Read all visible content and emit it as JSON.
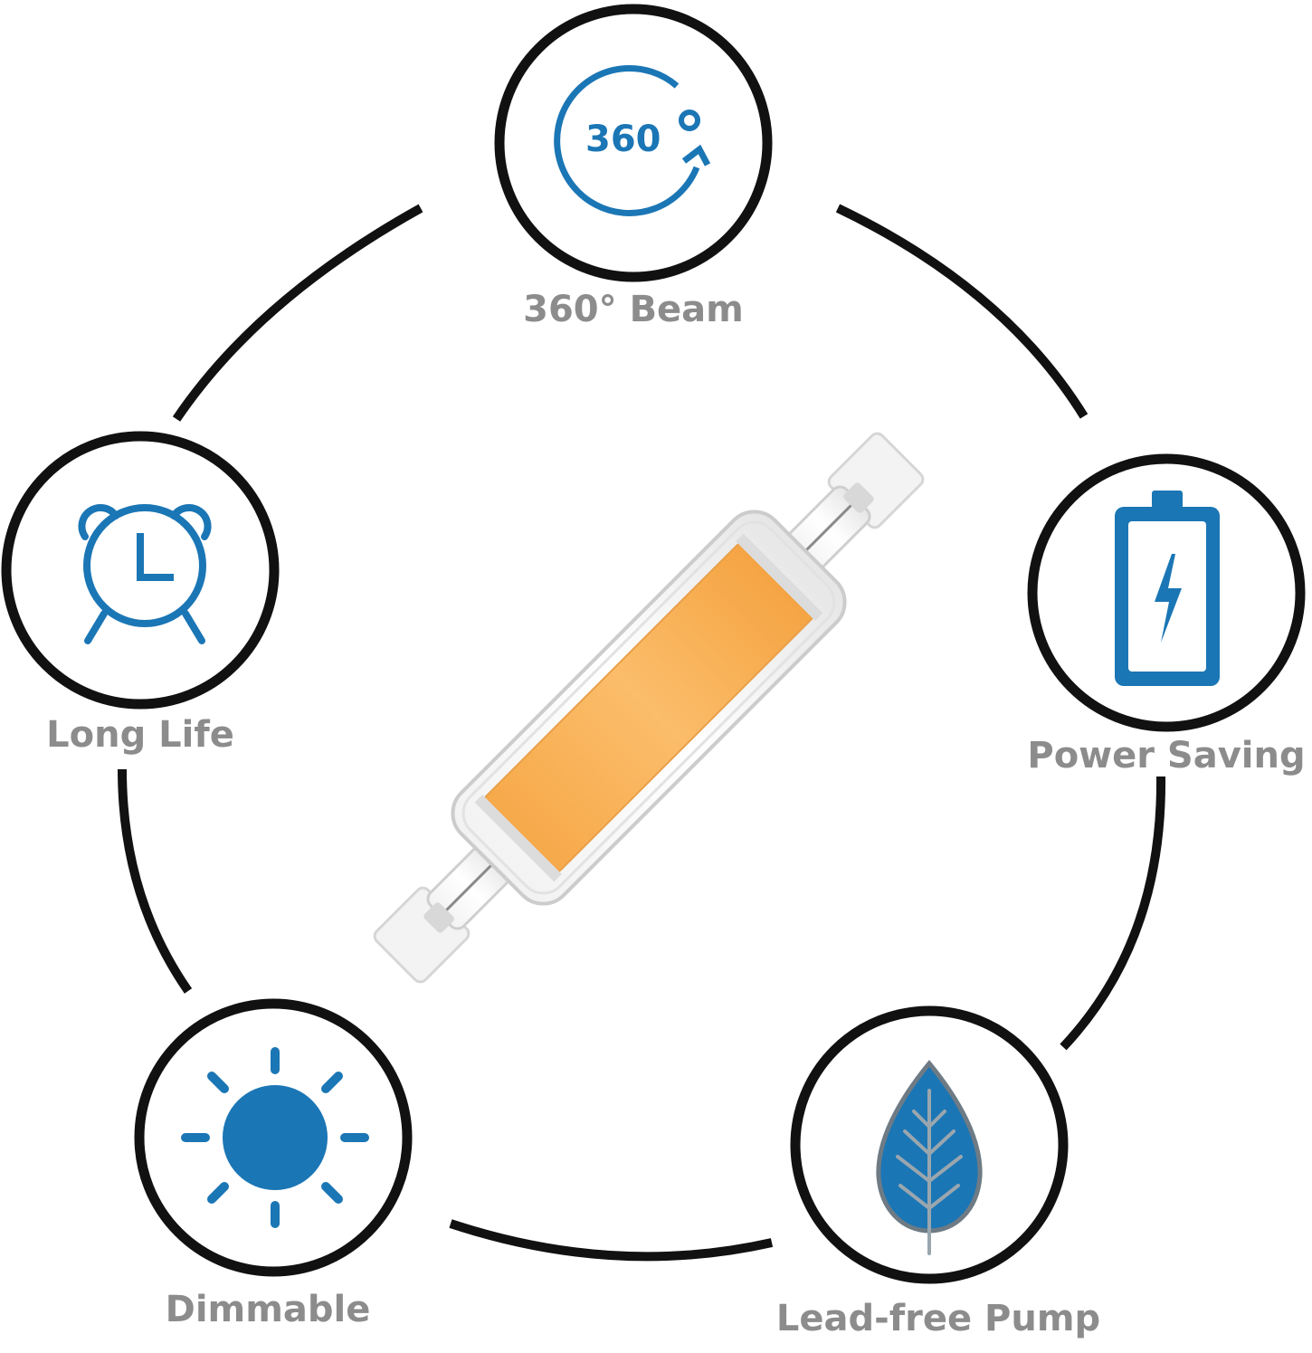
{
  "features": {
    "beam": {
      "label": "360° Beam",
      "icon": "360-rotation-icon",
      "icon_text": "360"
    },
    "life": {
      "label": "Long Life",
      "icon": "alarm-clock-icon"
    },
    "power": {
      "label": "Power Saving",
      "icon": "battery-bolt-icon"
    },
    "dim": {
      "label": "Dimmable",
      "icon": "sun-icon"
    },
    "lead": {
      "label": "Lead-free Pump",
      "icon": "leaf-icon"
    }
  },
  "product": {
    "icon": "r7s-cob-led-bulb"
  },
  "colors": {
    "icon_blue": "#1b76b5",
    "ring": "#111111",
    "label_gray": "#8c8c8c",
    "cob_orange": "#f7b25a"
  }
}
